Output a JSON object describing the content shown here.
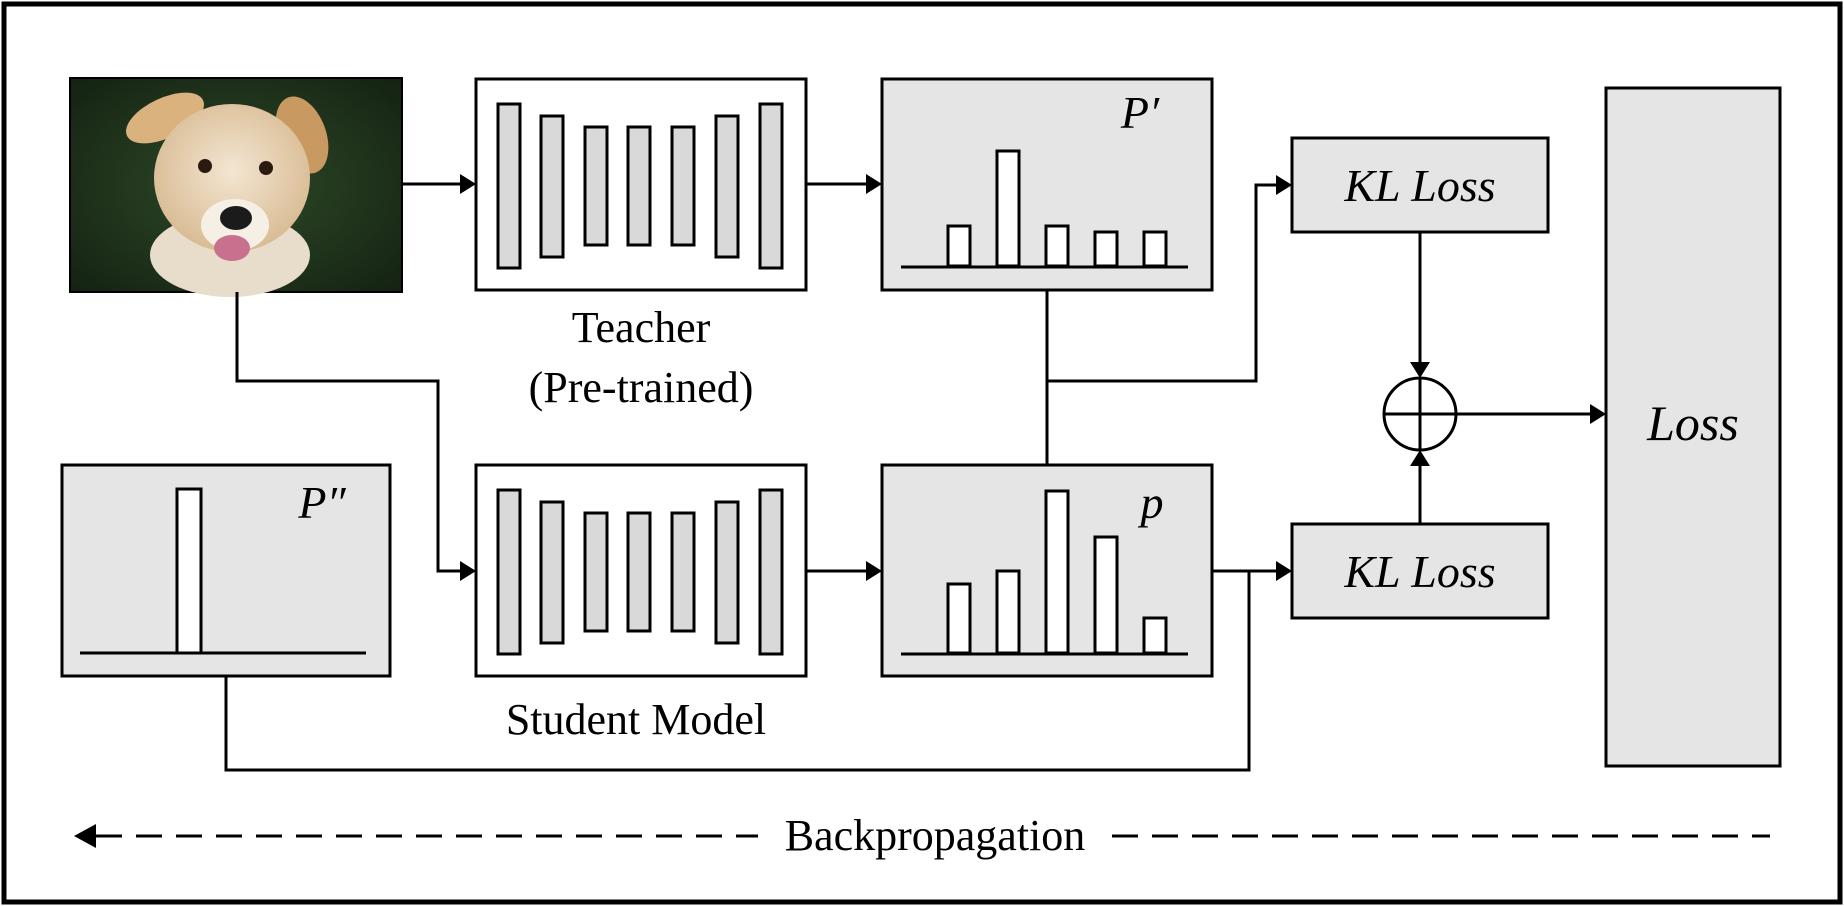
{
  "labels": {
    "teacher": "Teacher",
    "teacher_sub": "(Pre-trained)",
    "student": "Student Model",
    "p_prime": "P′",
    "p_double_prime": "P″",
    "p": "p",
    "kl_loss_top": "KL Loss",
    "kl_loss_bottom": "KL Loss",
    "loss": "Loss",
    "backprop": "Backpropagation"
  },
  "image": {
    "subject": "puppy photo"
  },
  "colors": {
    "box_fill": "#e5e5e5",
    "layer_fill": "#d9d9d9",
    "line": "#000000"
  }
}
